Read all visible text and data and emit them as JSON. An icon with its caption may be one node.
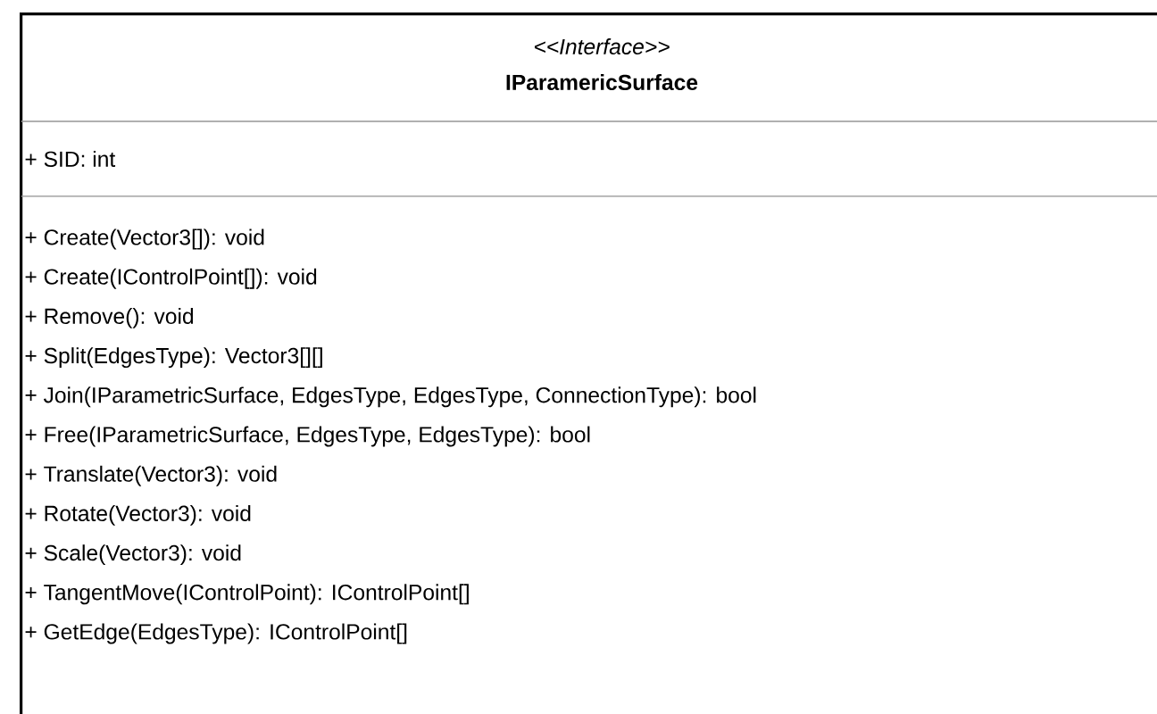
{
  "diagram": {
    "nodes": [
      {
        "text": [
          "<<Interface>>",
          "IParamericSurface",
          "+ SID: int",
          "+ Create(Vector3[]): void",
          "+ Create(IControlPoint[]): void",
          "+ Remove(): void",
          "+ Split(EdgesType): Vector3[][]",
          "+ Join(IParametricSurface, EdgesType, EdgesType, ConnectionType): bool",
          "+ Free(IParametricSurface, EdgesType, EdgesType): bool",
          "+ Translate(Vector3): void",
          "+ Rotate(Vector3): void",
          "+ Scale(Vector3): void",
          "+ TangentMove(IControlPoint): IControlPoint[]",
          "+ GetEdge(EdgesType): IControlPoint[]"
        ]
      }
    ]
  }
}
